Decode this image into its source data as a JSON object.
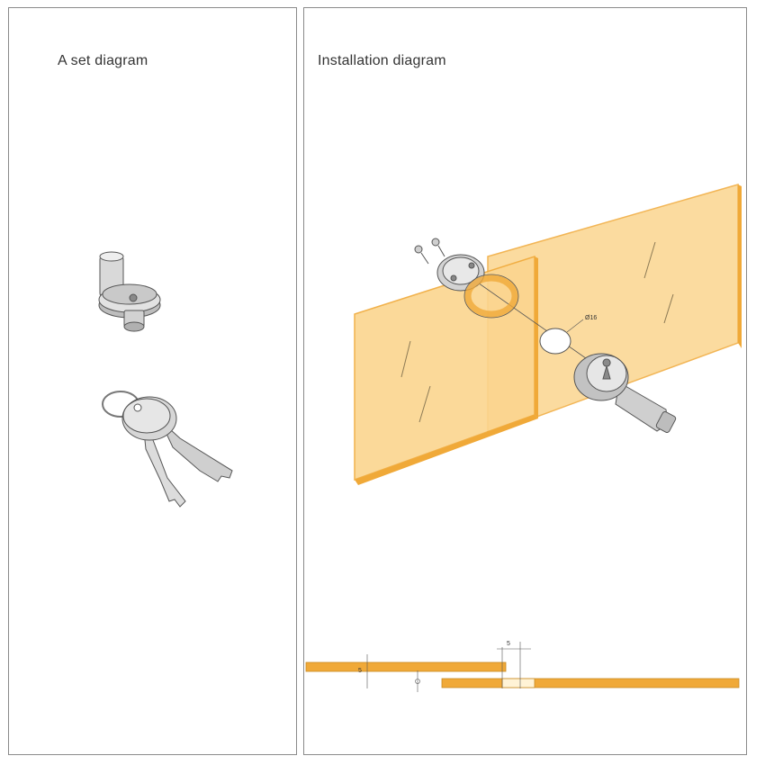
{
  "left_panel": {
    "title": "A set  diagram"
  },
  "right_panel": {
    "title": "Installation diagram"
  },
  "labels": {
    "hole_diameter": "Ø16",
    "gap_dim": "5",
    "thickness_dim": "5"
  },
  "colors": {
    "glass_edge": "#f0a938",
    "glass_face": "#fbd58f",
    "metal": "#c8c8c8",
    "outline": "#555555"
  }
}
